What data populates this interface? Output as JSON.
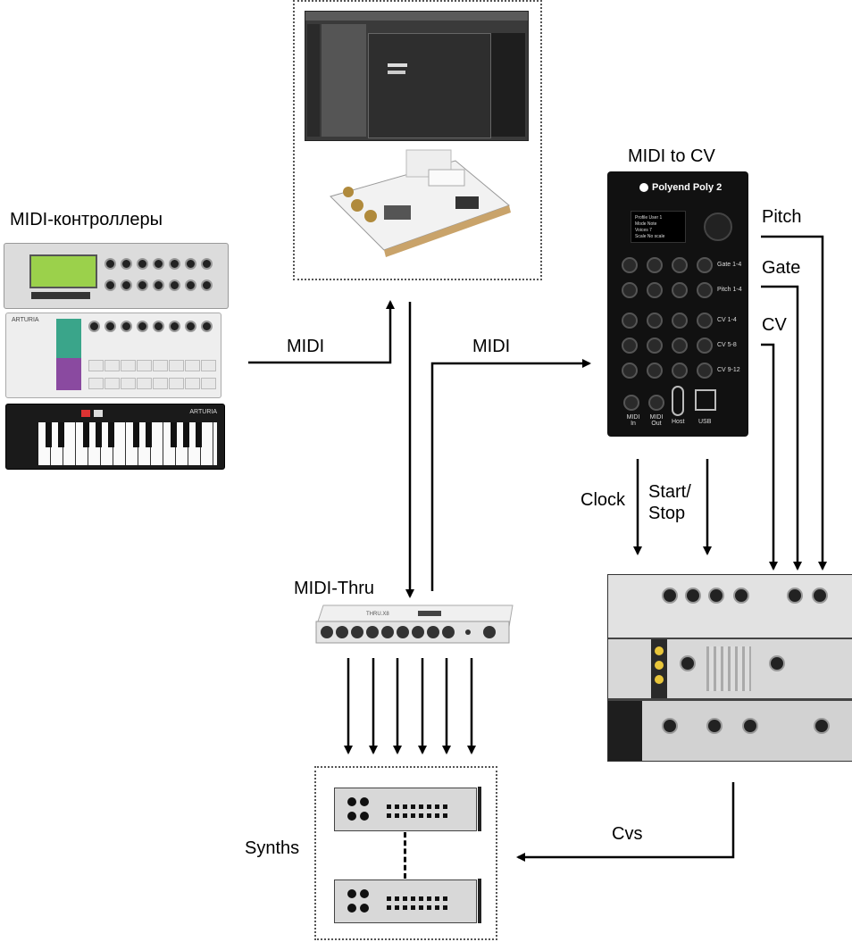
{
  "labels": {
    "midi_controllers": "MIDI-контроллеры",
    "midi_to_cv": "MIDI to CV",
    "midi_left": "MIDI",
    "midi_right": "MIDI",
    "midi_thru": "MIDI-Thru",
    "pitch": "Pitch",
    "gate": "Gate",
    "cv": "CV",
    "clock": "Clock",
    "start_stop": "Start/\nStop",
    "cvs": "Cvs",
    "synths": "Synths"
  },
  "poly": {
    "brand": "Polyend Poly 2",
    "screen_lines": [
      "Profile   User 1",
      "Mode      Note",
      "Voices    7",
      "Scale     No scale"
    ],
    "jack_labels": [
      "Gate 1-4",
      "Pitch 1-4",
      "CV 1-4",
      "CV 5-8",
      "CV 9-12"
    ],
    "bottom_labels": [
      "MIDI In",
      "MIDI Out",
      "Host",
      "USB"
    ]
  },
  "controllers": {
    "arturia_1": "ARTURIA",
    "arturia_2": "ARTURIA"
  },
  "thru_box": {
    "brand": "THRU.X8"
  }
}
